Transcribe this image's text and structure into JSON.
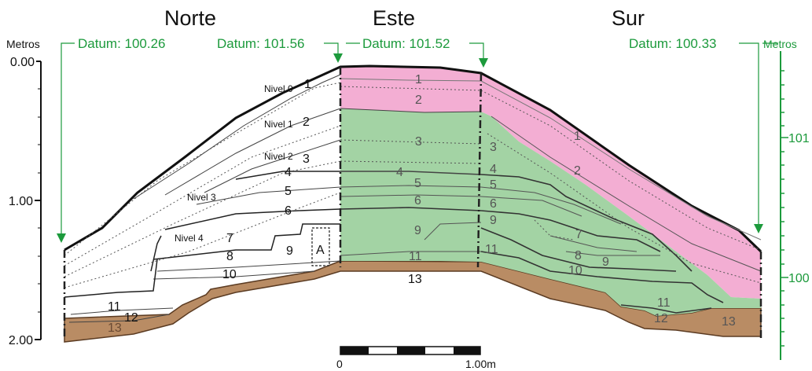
{
  "headings": {
    "north": "Norte",
    "east": "Este",
    "south": "Sur"
  },
  "axes": {
    "left_unit": "Metros",
    "right_unit": "Metros",
    "left_ticks": [
      "0.00",
      "1.00",
      "2.00"
    ],
    "right_ticks": [
      "101",
      "100"
    ]
  },
  "datums": [
    {
      "label": "Datum: 100.26"
    },
    {
      "label": "Datum: 101.56"
    },
    {
      "label": "Datum: 101.52"
    },
    {
      "label": "Datum: 100.33"
    }
  ],
  "niveles": [
    "Nivel 0",
    "Nivel 1",
    "Nivel 2",
    "Nivel 3",
    "Nivel 4"
  ],
  "north_layers": [
    "1",
    "2",
    "3",
    "4",
    "5",
    "6",
    "7",
    "8",
    "9",
    "A",
    "10",
    "11",
    "12",
    "13"
  ],
  "east_layers": [
    "1",
    "2",
    "3",
    "4",
    "5",
    "6",
    "9",
    "11",
    "13"
  ],
  "south_layers": [
    "1",
    "2",
    "3",
    "4",
    "5",
    "6",
    "9",
    "11",
    "7",
    "8",
    "9",
    "10",
    "11",
    "12",
    "13"
  ],
  "scale_bar": {
    "start": "0",
    "end": "1.00m"
  },
  "colors": {
    "pink": "#f3aed3",
    "green": "#a3d3a4",
    "brown": "#b98c64",
    "datum_green": "#1c9a3c",
    "line": "#222222"
  }
}
